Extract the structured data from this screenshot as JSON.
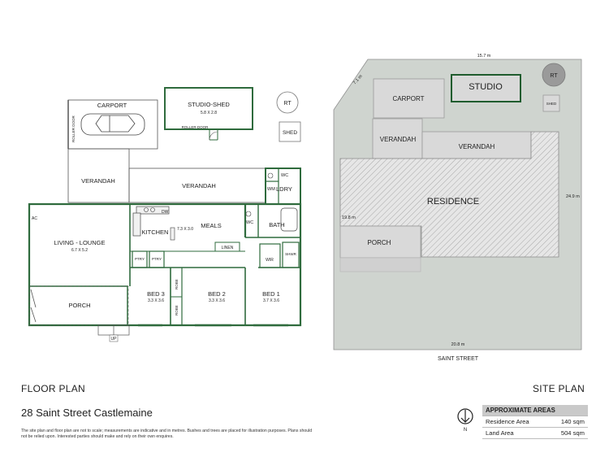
{
  "floor_plan": {
    "rooms": {
      "carport": "CARPORT",
      "roller_door_1": "ROLLER DOOR",
      "studio_shed": "STUDIO-SHED",
      "studio_shed_dim": "5.8 X 2.8",
      "roller_door_2": "ROLLER DOOR",
      "rt": "RT",
      "shed": "SHED",
      "verandah_left": "VERANDAH",
      "verandah_main": "VERANDAH",
      "wc_top": "WC",
      "wm": "WM",
      "ldry": "LDRY",
      "ac": "AC",
      "living": "LIVING - LOUNGE",
      "living_dim": "6.7 X 5.2",
      "dw": "DW",
      "kitchen": "KITCHEN",
      "meals_dim": "7.3 X 3.0",
      "meals": "MEALS",
      "wc_bath": "WC",
      "bath": "BATH",
      "linen": "LINEN",
      "wir": "WIR",
      "shwr": "SHWR",
      "ptry1": "PTRY",
      "ptry2": "PTRY",
      "robe1": "ROBE",
      "robe2": "ROBE",
      "bed3": "BED 3",
      "bed3_dim": "3.3 X 3.6",
      "bed2": "BED 2",
      "bed2_dim": "3.3 X 3.6",
      "bed1": "BED 1",
      "bed1_dim": "3.7 X 3.6",
      "porch": "PORCH",
      "up": "UP"
    }
  },
  "site_plan": {
    "labels": {
      "top_dim": "15.7 m",
      "diag_dim": "7.1 m",
      "carport": "CARPORT",
      "studio": "STUDIO",
      "rt": "RT",
      "shed": "SHED",
      "verandah1": "VERANDAH",
      "verandah2": "VERANDAH",
      "residence": "RESIDENCE",
      "right_dim": "24.9 m",
      "left_dim": "19.8 m",
      "porch": "PORCH",
      "bottom_dim": "20.8 m",
      "street": "SAINT STREET"
    }
  },
  "titles": {
    "floor_plan": "FLOOR PLAN",
    "site_plan": "SITE PLAN",
    "address": "28 Saint Street Castlemaine",
    "disclaimer": "The site plan and floor plan are not to scale; measurements are indicative and in metres. Bushes and trees are placed for illustration purposes. Plans should not be relied upon. Interested parties should make and rely on their own enquires."
  },
  "compass": {
    "label": "N"
  },
  "areas": {
    "heading": "APPROXIMATE AREAS",
    "rows": [
      {
        "label": "Residence Area",
        "value": "140 sqm"
      },
      {
        "label": "Land Area",
        "value": "504 sqm"
      }
    ]
  },
  "colors": {
    "wall": "#2f6b3d",
    "site_ground": "#cfd4cf",
    "building_fill": "#d9d9d9",
    "hatch": "#9a9a9a"
  }
}
